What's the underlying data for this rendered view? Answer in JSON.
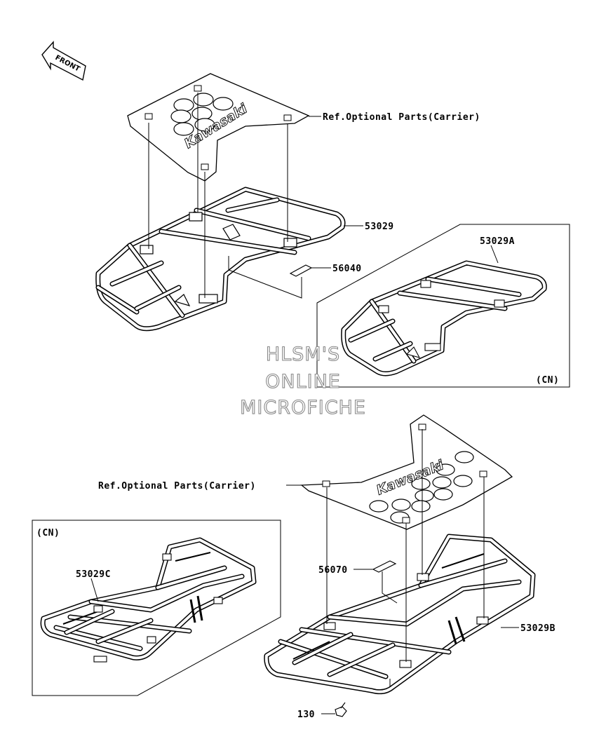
{
  "front_arrow": {
    "label": "FRONT"
  },
  "brand": {
    "top_plate": "Kawasaki",
    "bottom_plate": "Kawasaki"
  },
  "labels": {
    "ref_top": "Ref.Optional Parts(Carrier)",
    "ref_bottom": "Ref.Optional Parts(Carrier)",
    "p53029": "53029",
    "p56040": "56040",
    "p53029A": "53029A",
    "p53029B": "53029B",
    "p53029C": "53029C",
    "p56070": "56070",
    "p130": "130"
  },
  "boxes": {
    "cn_right": "(CN)",
    "cn_left": "(CN)"
  },
  "watermark": {
    "line1": "HLSM'S",
    "line2": "ONLINE",
    "line3": "MICROFICHE"
  }
}
